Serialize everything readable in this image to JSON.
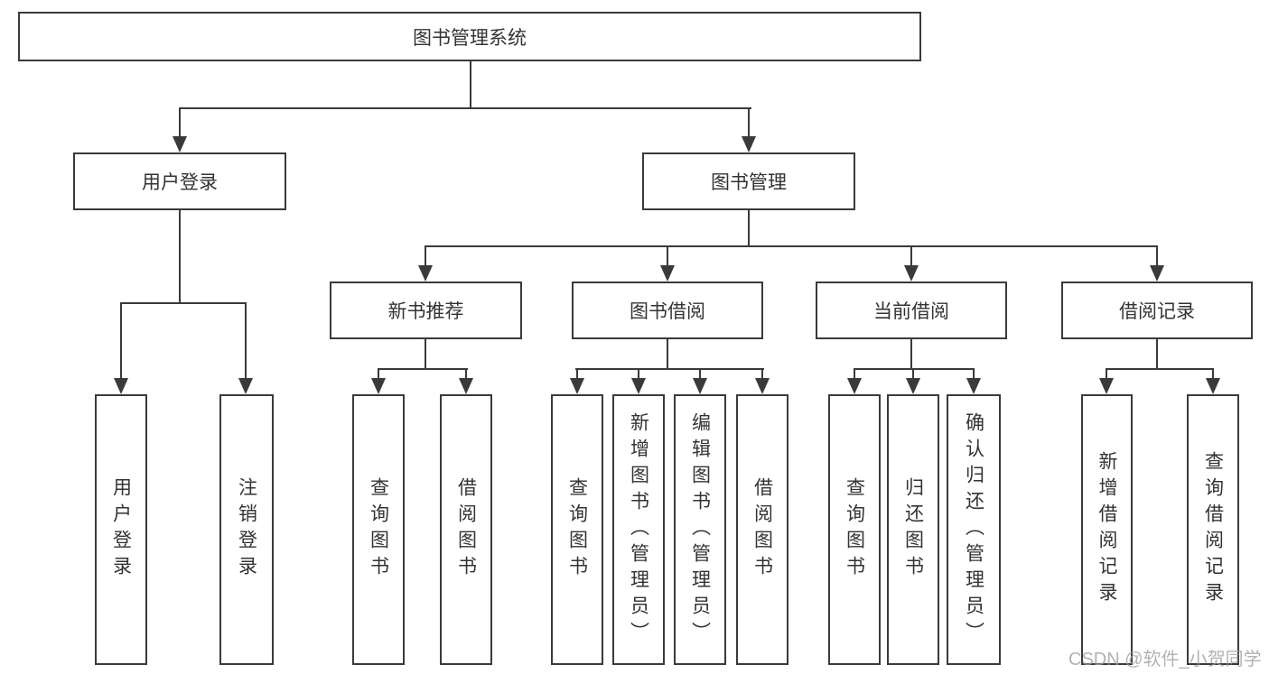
{
  "diagram": {
    "title": "图书管理系统",
    "nodes": {
      "root": "图书管理系统",
      "user_login": "用户登录",
      "book_mgmt": "图书管理",
      "new_book_rec": "新书推荐",
      "book_borrow": "图书借阅",
      "current_borrow": "当前借阅",
      "borrow_record": "借阅记录",
      "leaf_user_login": "用户登录",
      "leaf_logout": "注销登录",
      "leaf_nbr_query": "查询图书",
      "leaf_nbr_borrow": "借阅图书",
      "leaf_bb_query": "查询图书",
      "leaf_bb_add": "新增图书（管理员）",
      "leaf_bb_edit": "编辑图书（管理员）",
      "leaf_bb_borrow": "借阅图书",
      "leaf_cb_query": "查询图书",
      "leaf_cb_return": "归还图书",
      "leaf_cb_confirm": "确认归还（管理员）",
      "leaf_br_add": "新增借阅记录",
      "leaf_br_query": "查询借阅记录"
    },
    "colors": {
      "line": "#3a3a3a",
      "text": "#333333",
      "background": "#ffffff",
      "watermark_text": "#9f9f9f"
    }
  },
  "watermark": "CSDN @软件_小贺同学"
}
